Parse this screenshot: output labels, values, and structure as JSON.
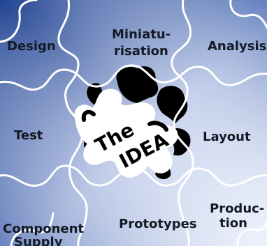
{
  "labels": {
    "design": "Design",
    "miniaturisation_1": "Miniatu-",
    "miniaturisation_2": "risation",
    "analysis": "Analysis",
    "test": "Test",
    "layout": "Layout",
    "component_1": "Component",
    "component_2": "Supply",
    "prototypes": "Prototypes",
    "production_1": "Produc-",
    "production_2": "tion"
  },
  "center": {
    "line1": "The",
    "line2": "IDEA"
  },
  "colors": {
    "gradient_dark": "#163a8c",
    "gradient_light": "#eef2fb",
    "outline": "#ffffff",
    "center_piece": "#ffffff",
    "hole": "#000000"
  }
}
